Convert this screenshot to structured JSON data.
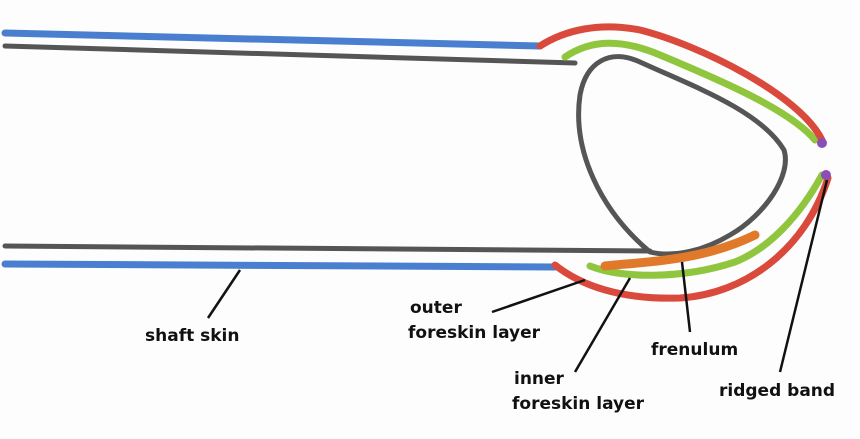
{
  "labels": {
    "shaft_skin": "shaft skin",
    "outer_foreskin_line1": "outer",
    "outer_foreskin_line2": "foreskin layer",
    "inner_foreskin_line1": "inner",
    "inner_foreskin_line2": "foreskin layer",
    "frenulum": "frenulum",
    "ridged_band": "ridged band"
  },
  "colors": {
    "shaft_skin": "#4a7fd0",
    "outer_foreskin": "#d94a3c",
    "inner_foreskin": "#8fc63e",
    "frenulum": "#e07a2a",
    "ridged_band": "#8a4fb5",
    "outline": "#555555",
    "leader": "#111111"
  }
}
